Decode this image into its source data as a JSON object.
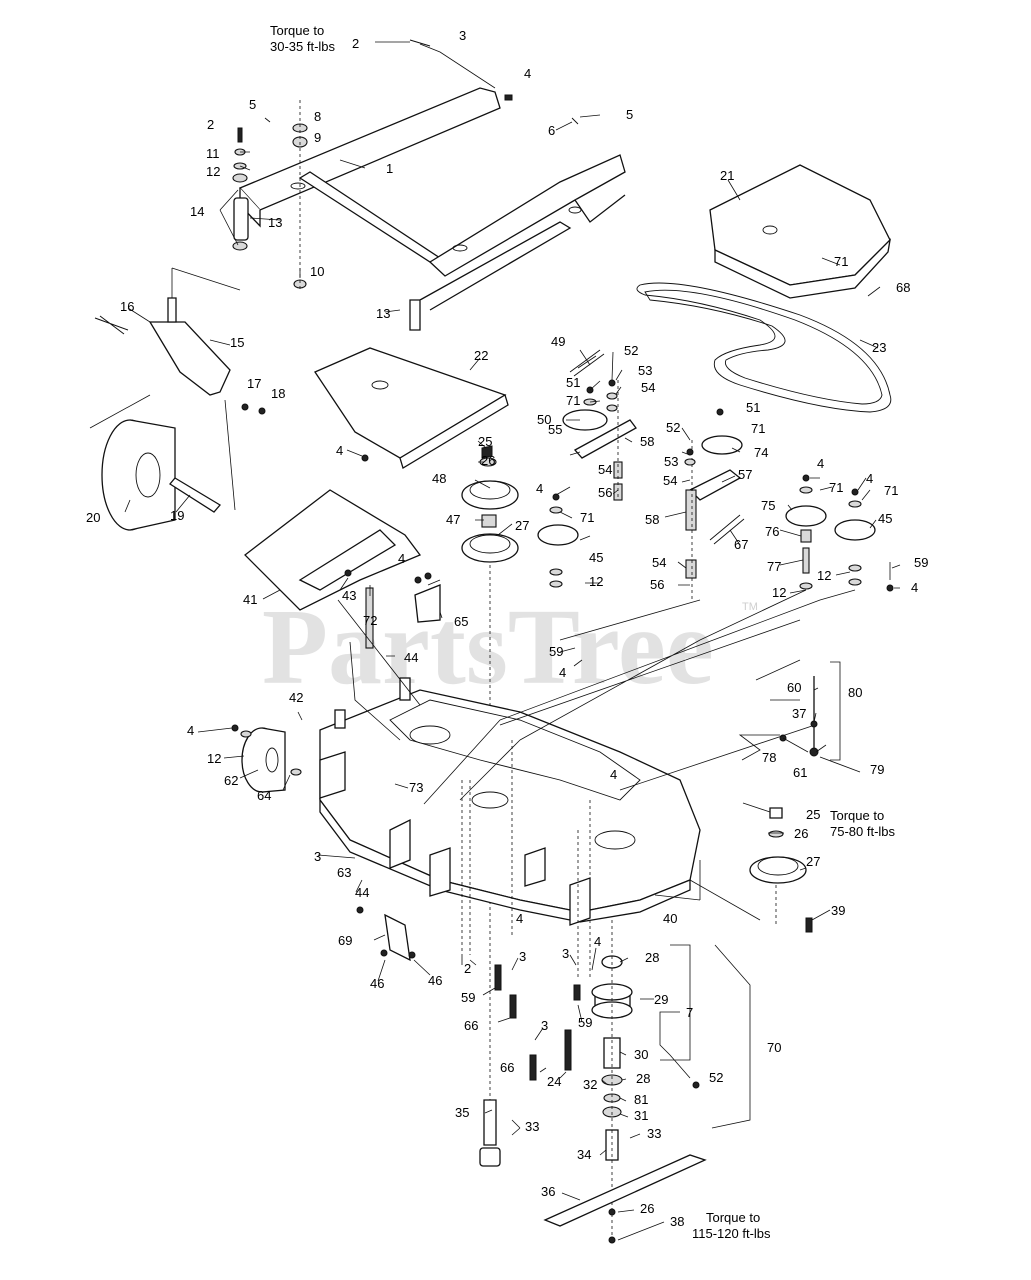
{
  "watermark": {
    "brand": "PartsTree",
    "mark": "TM"
  },
  "torque_notes": [
    {
      "id": "top",
      "line1": "Torque to",
      "line2": "30-35 ft-lbs"
    },
    {
      "id": "right",
      "line1": "Torque to",
      "line2": "75-80 ft-lbs"
    },
    {
      "id": "bottom",
      "line1": "Torque to",
      "line2": "115-120 ft-lbs"
    }
  ],
  "callouts": [
    "1",
    "2",
    "3",
    "4",
    "5",
    "6",
    "7",
    "8",
    "9",
    "10",
    "11",
    "12",
    "13",
    "14",
    "15",
    "16",
    "17",
    "18",
    "19",
    "20",
    "21",
    "22",
    "23",
    "24",
    "25",
    "26",
    "27",
    "28",
    "29",
    "30",
    "31",
    "32",
    "33",
    "34",
    "35",
    "36",
    "37",
    "38",
    "39",
    "40",
    "41",
    "42",
    "43",
    "44",
    "45",
    "46",
    "47",
    "48",
    "49",
    "50",
    "51",
    "52",
    "53",
    "54",
    "55",
    "56",
    "57",
    "58",
    "59",
    "60",
    "61",
    "62",
    "63",
    "64",
    "65",
    "66",
    "67",
    "68",
    "69",
    "70",
    "71",
    "72",
    "73",
    "74",
    "75",
    "76",
    "77",
    "78",
    "79",
    "80",
    "81"
  ]
}
